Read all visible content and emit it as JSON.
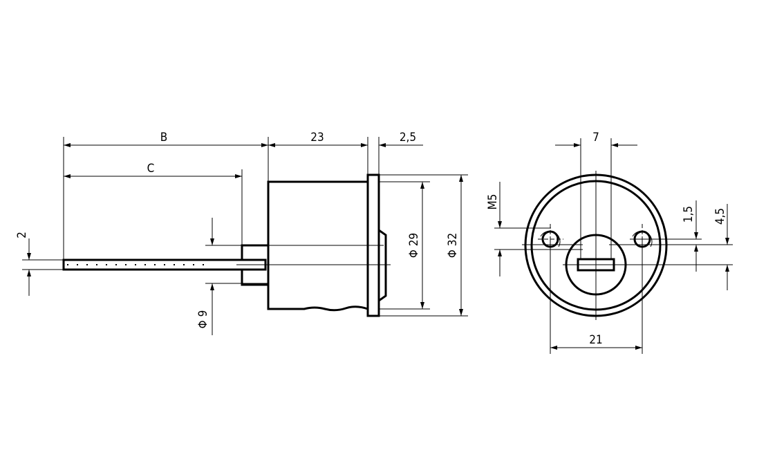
{
  "drawing": {
    "line_color": "#000000",
    "background": "#ffffff",
    "side_view": {
      "dim_B": "B",
      "dim_C": "C",
      "dim_body_length": "23",
      "dim_flange_thickness": "2,5",
      "dim_key_thickness": "2",
      "dim_hub_diameter": "Φ 9",
      "dim_body_diameter": "Φ 29",
      "dim_flange_diameter": "Φ 32"
    },
    "front_view": {
      "dim_slot_width": "7",
      "dim_thread": "M5",
      "dim_offset_1": "1,5",
      "dim_offset_2": "4,5",
      "dim_hole_spacing": "21"
    }
  }
}
